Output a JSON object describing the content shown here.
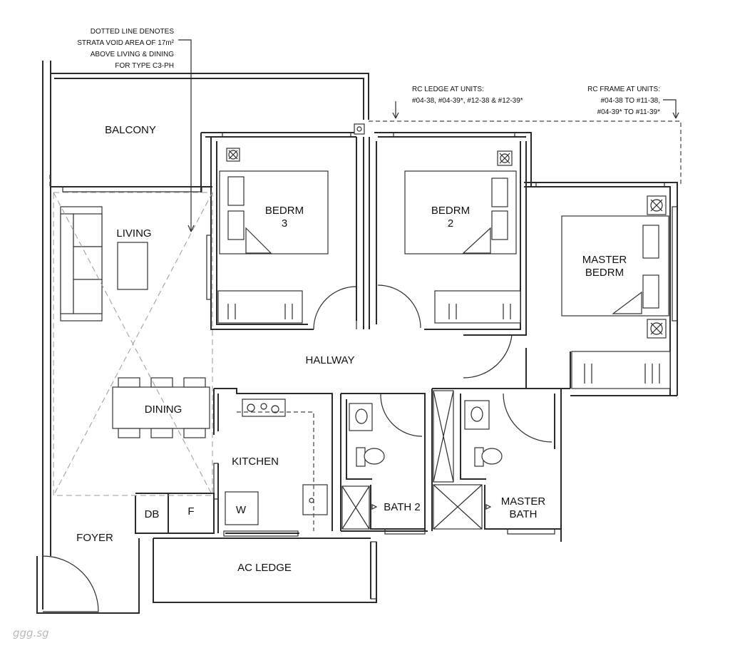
{
  "rooms": {
    "balcony": "BALCONY",
    "living": "LIVING",
    "dining": "DINING",
    "kitchen": "KITCHEN",
    "foyer": "FOYER",
    "db": "DB",
    "fridge": "F",
    "washer": "W",
    "hallway": "HALLWAY",
    "bedroom3": [
      "BEDRM",
      "3"
    ],
    "bedroom2": [
      "BEDRM",
      "2"
    ],
    "master_bedroom": [
      "MASTER",
      "BEDRM"
    ],
    "bath2": "BATH 2",
    "master_bath": [
      "MASTER",
      "BATH"
    ],
    "ac_ledge": "AC LEDGE"
  },
  "notes": {
    "strata_void": [
      "DOTTED LINE DENOTES",
      "STRATA VOID AREA OF 17m²",
      "ABOVE LIVING & DINING",
      "FOR TYPE C3-PH"
    ],
    "rc_ledge": [
      "RC LEDGE AT UNITS:",
      "#04-38, #04-39*, #12-38 & #12-39*"
    ],
    "rc_frame": [
      "RC FRAME AT UNITS:",
      "#04-38 TO #11-38,",
      "#04-39* TO #11-39*"
    ]
  },
  "watermark": "ggg.sg"
}
